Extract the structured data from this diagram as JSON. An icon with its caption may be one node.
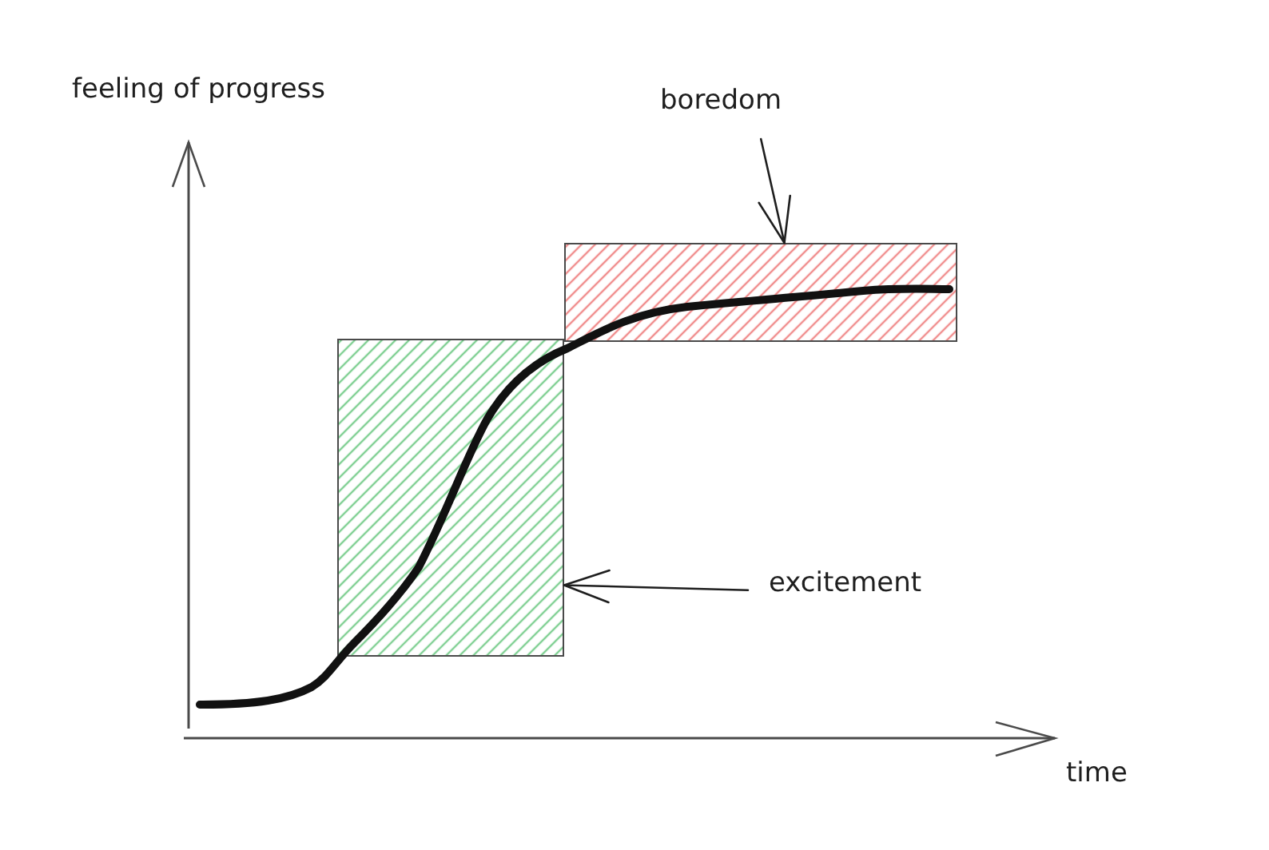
{
  "diagram": {
    "nodes": [
      {
        "text": [
          "boredom"
        ]
      },
      {
        "text": [],
        "shape": "box"
      },
      {
        "text": [],
        "shape": "box"
      },
      {
        "text": [
          "excitement"
        ]
      }
    ],
    "edges": [
      {
        "from": 0,
        "to": 1,
        "arrow": "to"
      },
      {
        "from": 3,
        "to": 2,
        "arrow": "to"
      }
    ],
    "labels": [
      "feeling of progress",
      "time"
    ]
  }
}
